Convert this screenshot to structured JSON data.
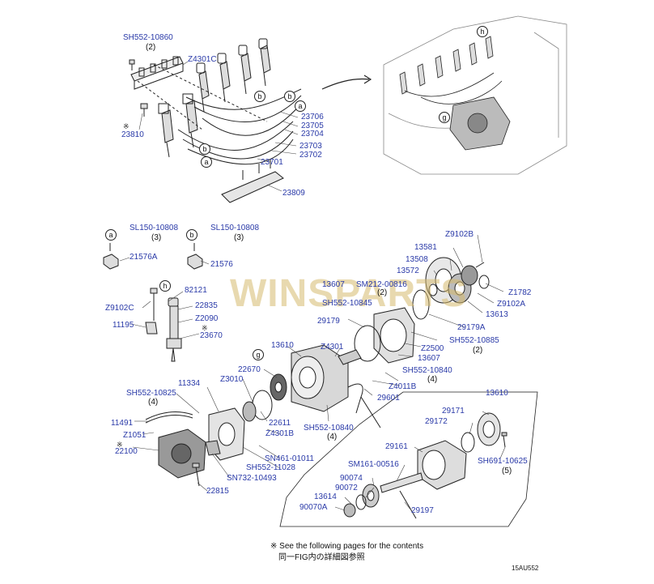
{
  "watermark": "WINSPARTS",
  "diagram_code": "15AU552",
  "note": {
    "symbol": "※",
    "en": "See the following pages for the contents",
    "jp": "同一FIG内の詳細図参照"
  },
  "circle_labels": {
    "a": "a",
    "b": "b",
    "g": "g",
    "h": "h"
  },
  "parts": {
    "sh552_10860": "SH552-10860",
    "q_sh552_10860": "(2)",
    "z4301c": "Z4301C",
    "p23810": "23810",
    "p23706": "23706",
    "p23705": "23705",
    "p23704": "23704",
    "p23703": "23703",
    "p23702": "23702",
    "p23701": "23701",
    "p23809": "23809",
    "sl150_a": "SL150-10808",
    "q_sl150_a": "(3)",
    "p21576a": "21576A",
    "sl150_b": "SL150-10808",
    "q_sl150_b": "(3)",
    "p21576": "21576",
    "p82121": "82121",
    "z9102c": "Z9102C",
    "p22835": "22835",
    "z2090": "Z2090",
    "p11195": "11195",
    "p23670": "23670",
    "z9102b": "Z9102B",
    "p13581": "13581",
    "p13508": "13508",
    "p13572": "13572",
    "z1782": "Z1782",
    "z9102a": "Z9102A",
    "p13613": "13613",
    "p13607_top": "13607",
    "sm212": "SM212-00816",
    "q_sm212": "(2)",
    "sh552_10845": "SH552-10845",
    "p29179": "29179",
    "p29179a": "29179A",
    "sh552_10885": "SH552-10885",
    "q_sh552_10885": "(2)",
    "p13610_top": "13610",
    "z4301": "Z4301",
    "z2500": "Z2500",
    "p13607": "13607",
    "sh552_10840a": "SH552-10840",
    "q_sh552_10840a": "(4)",
    "z4011b": "Z4011B",
    "p29601": "29601",
    "p22670": "22670",
    "p11334": "11334",
    "z3010": "Z3010",
    "sh552_10825": "SH552-10825",
    "q_sh552_10825": "(4)",
    "p11491": "11491",
    "p22611": "22611",
    "z4301b": "Z4301B",
    "sh552_10840b": "SH552-10840",
    "q_sh552_10840b": "(4)",
    "z1051": "Z1051",
    "p22100": "22100",
    "sn461": "SN461-01011",
    "sh552_11028": "SH552-11028",
    "sn732": "SN732-10493",
    "p22815": "22815",
    "p13610_box": "13610",
    "p29171": "29171",
    "p29172": "29172",
    "p29161": "29161",
    "sh691": "SH691-10625",
    "q_sh691": "(5)",
    "sm161": "SM161-00516",
    "p90074": "90074",
    "p90072": "90072",
    "p13614": "13614",
    "p90070a": "90070A",
    "p29197": "29197"
  }
}
